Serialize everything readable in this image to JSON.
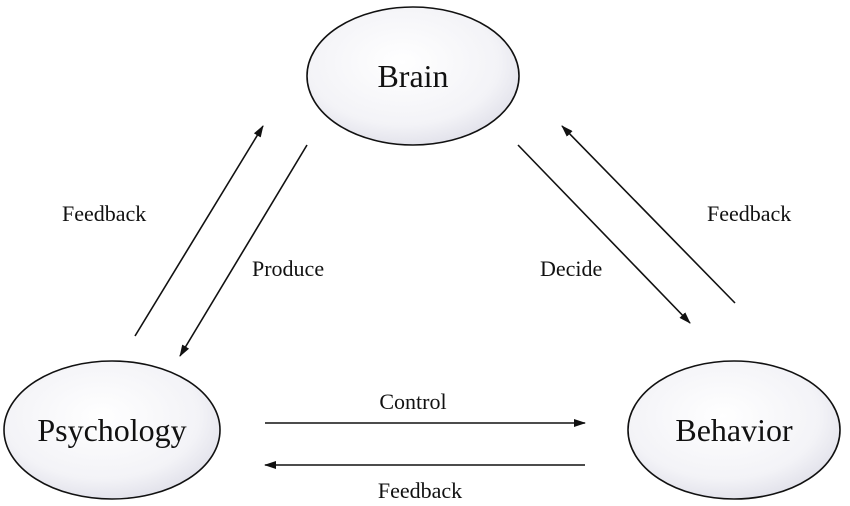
{
  "nodes": {
    "brain": "Brain",
    "psychology": "Psychology",
    "behavior": "Behavior"
  },
  "edges": {
    "psychology_to_brain": "Feedback",
    "brain_to_psychology": "Produce",
    "brain_to_behavior": "Decide",
    "behavior_to_brain": "Feedback",
    "psychology_to_behavior": "Control",
    "behavior_to_psychology": "Feedback"
  }
}
